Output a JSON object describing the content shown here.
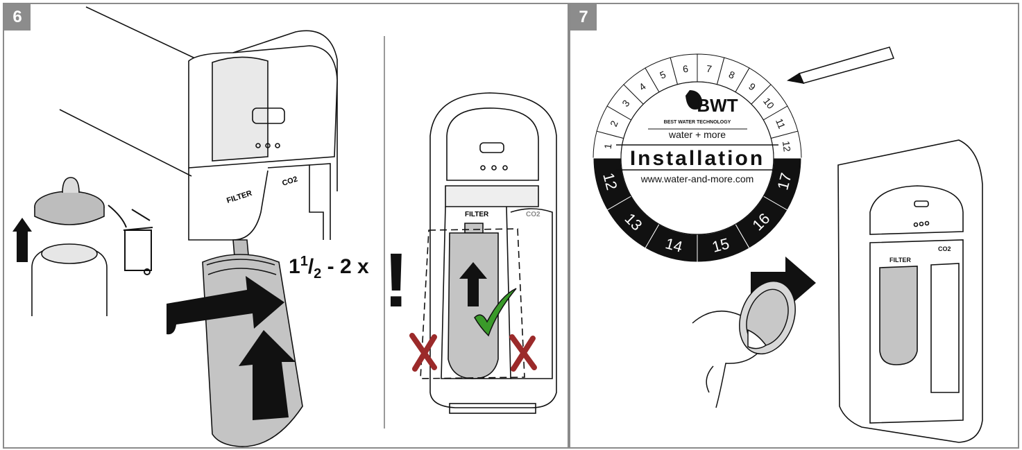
{
  "steps": [
    {
      "number": "6",
      "rotation": {
        "whole": "1",
        "num": "1",
        "den": "2",
        "rest": " - 2 x"
      }
    },
    {
      "number": "7"
    }
  ],
  "device_labels": {
    "filter": "FILTER",
    "co2": "CO2"
  },
  "warning_mark": "!",
  "badge": {
    "months_top": [
      "1",
      "2",
      "3",
      "4",
      "5",
      "6",
      "7",
      "8",
      "9",
      "10",
      "11",
      "12"
    ],
    "months_bottom": [
      "12",
      "13",
      "14",
      "15",
      "16",
      "17"
    ],
    "brand": "BWT",
    "brand_sub": "BEST WATER TECHNOLOGY",
    "slogan": "water + more",
    "title": "Installation",
    "url": "www.water-and-more.com"
  },
  "colors": {
    "step_box": "#8c8c8c",
    "check": "#3a9a2a",
    "cross": "#9b2a2a",
    "dark": "#111111"
  },
  "icons": [
    "trash-bin-icon",
    "arrow-up-icon",
    "rotate-arrow-icon",
    "checkmark-icon",
    "cross-icon",
    "pencil-icon",
    "arrow-right-icon"
  ]
}
